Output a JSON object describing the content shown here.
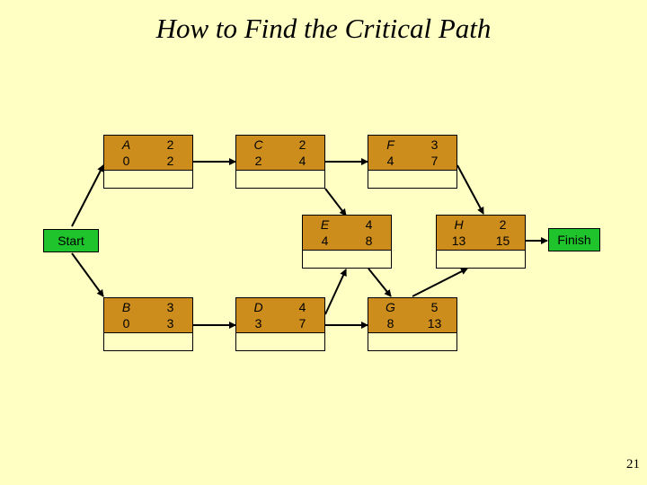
{
  "title": "How to Find the Critical Path",
  "start_label": "Start",
  "finish_label": "Finish",
  "page_number": "21",
  "colors": {
    "background": "#ffffc4",
    "node_fill": "#cc8d1c",
    "terminal_fill": "#1fc42c"
  },
  "nodes": {
    "A": {
      "name": "A",
      "duration": "2",
      "es": "0",
      "ef": "2"
    },
    "C": {
      "name": "C",
      "duration": "2",
      "es": "2",
      "ef": "4"
    },
    "F": {
      "name": "F",
      "duration": "3",
      "es": "4",
      "ef": "7"
    },
    "E": {
      "name": "E",
      "duration": "4",
      "es": "4",
      "ef": "8"
    },
    "H": {
      "name": "H",
      "duration": "2",
      "es": "13",
      "ef": "15"
    },
    "B": {
      "name": "B",
      "duration": "3",
      "es": "0",
      "ef": "3"
    },
    "D": {
      "name": "D",
      "duration": "4",
      "es": "3",
      "ef": "7"
    },
    "G": {
      "name": "G",
      "duration": "5",
      "es": "8",
      "ef": "13"
    }
  }
}
